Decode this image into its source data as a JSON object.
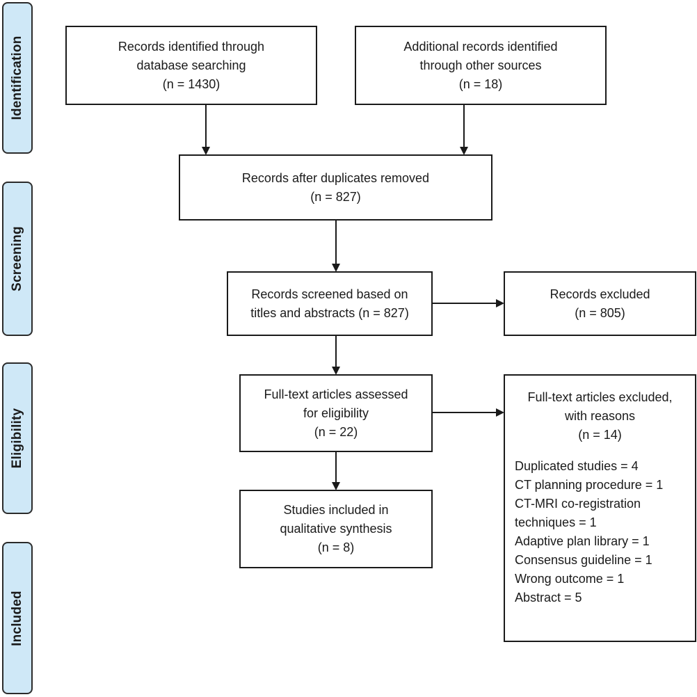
{
  "stages": {
    "identification": "Identification",
    "screening": "Screening",
    "eligibility": "Eligibility",
    "included": "Included"
  },
  "boxes": {
    "db_search": {
      "line1": "Records identified through",
      "line2": "database searching",
      "line3": "(n = 1430)"
    },
    "other_sources": {
      "line1": "Additional records identified",
      "line2": "through other sources",
      "line3": "(n = 18)"
    },
    "dedup": {
      "line1": "Records after duplicates removed",
      "line2": "(n = 827)"
    },
    "screened": {
      "line1": "Records screened based on",
      "line2": "titles and abstracts (n = 827)"
    },
    "excluded": {
      "line1": "Records excluded",
      "line2": "(n = 805)"
    },
    "fulltext": {
      "line1": "Full-text articles assessed",
      "line2": "for eligibility",
      "line3": "(n = 22)"
    },
    "fulltext_excluded": {
      "line1": "Full-text articles excluded,",
      "line2": "with reasons",
      "line3": "(n = 14)",
      "reasons": [
        "Duplicated studies = 4",
        "CT planning procedure = 1",
        "CT-MRI co-registration",
        "techniques = 1",
        "Adaptive plan library = 1",
        "Consensus guideline = 1",
        "Wrong outcome = 1",
        "Abstract = 5"
      ]
    },
    "included": {
      "line1": "Studies included in",
      "line2": "qualitative synthesis",
      "line3": "(n = 8)"
    }
  },
  "colors": {
    "stage_fill": "#cfe8f7",
    "stroke": "#1a1a1a"
  }
}
